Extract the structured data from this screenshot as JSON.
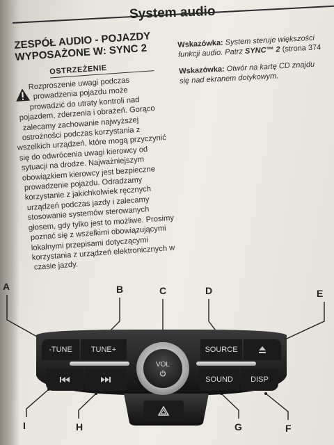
{
  "header": {
    "title": "System audio"
  },
  "section": {
    "title_line1": "ZESPÓŁ AUDIO - POJAZDY",
    "title_line2": "WYPOSAŻONE W: SYNC 2"
  },
  "warning": {
    "title": "OSTRZEŻENIE",
    "lines": [
      "Rozproszenie uwagi podczas",
      "prowadzenia pojazdu może",
      "prowadzić do utraty kontroli nad",
      "pojazdem, zderzenia i obrażeń. Gorąco",
      "zalecamy zachowanie najwyższej",
      "ostrożności podczas korzystania z",
      "wszelkich urządzeń, które mogą przyczynić",
      "się do odwrócenia uwagi kierowcy od",
      "sytuacji na drodze. Najważniejszym",
      "obowiązkiem kierowcy jest bezpieczne",
      "prowadzenie pojazdu. Odradzamy",
      "korzystanie z jakichkolwiek ręcznych",
      "urządzeń podczas jazdy i zalecamy",
      "stosowanie systemów sterowanych",
      "głosem, gdy tylko jest to możliwe. Prosimy",
      "poznać się z wszelkimi obowiązującymi",
      "lokalnymi przepisami dotyczącymi",
      "korzystania z urządzeń elektronicznych w",
      "czasie jazdy."
    ]
  },
  "hints": [
    {
      "label": "Wskazówka:",
      "text": "System steruje większości",
      "text2": "funkcji audio. Patrz ",
      "ref": "SYNC™ 2",
      "tail": " (strona 374"
    },
    {
      "label": "Wskazówka:",
      "text": "Otwór na kartę CD znajdu",
      "text2": "się nad ekranem dotykowym.",
      "ref": "",
      "tail": ""
    }
  ],
  "callouts": [
    "A",
    "B",
    "C",
    "D",
    "E",
    "F",
    "G",
    "H",
    "I"
  ],
  "buttons": {
    "tune_minus": "-TUNE",
    "tune_plus": "TUNE+",
    "vol": "VOL",
    "source": "SOURCE",
    "sound": "SOUND",
    "disp": "DISP"
  },
  "icons": {
    "eject": "eject-icon",
    "prev": "seek-back-icon",
    "next": "seek-forward-icon",
    "power": "power-icon",
    "hazard": "hazard-icon",
    "warning": "warning-triangle-icon"
  }
}
